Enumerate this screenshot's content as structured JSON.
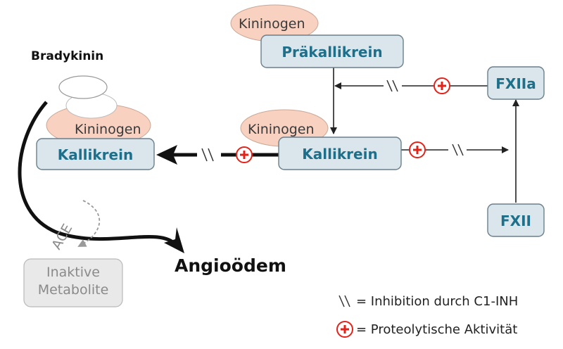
{
  "nodes": {
    "bradykinin": "Bradykinin",
    "kininogen_left": "Kininogen",
    "kallikrein_left": "Kallikrein",
    "kininogen_top": "Kininogen",
    "prakallikrein": "Präkallikrein",
    "kininogen_mid": "Kininogen",
    "kallikrein_mid": "Kallikrein",
    "fxiia": "FXIIa",
    "fxii": "FXII",
    "angiooedem": "Angioödem",
    "ace": "ACE",
    "inaktive_line1": "Inaktive",
    "inaktive_line2": "Metabolite"
  },
  "symbols": {
    "inhibition": "\\\\",
    "activity": "+"
  },
  "legend": {
    "inhibition_text": "= Inhibition durch C1-INH",
    "activity_text": "= Proteolytische Aktivität"
  },
  "colors": {
    "box_fill": "#dbe6ec",
    "box_stroke": "#6a7f8c",
    "box_text": "#1d6f8a",
    "kininogen_fill": "#f8d1c0",
    "kininogen_stroke": "#c9a796",
    "activity_red": "#e2231a",
    "grey_box": "#e9e9e9"
  }
}
